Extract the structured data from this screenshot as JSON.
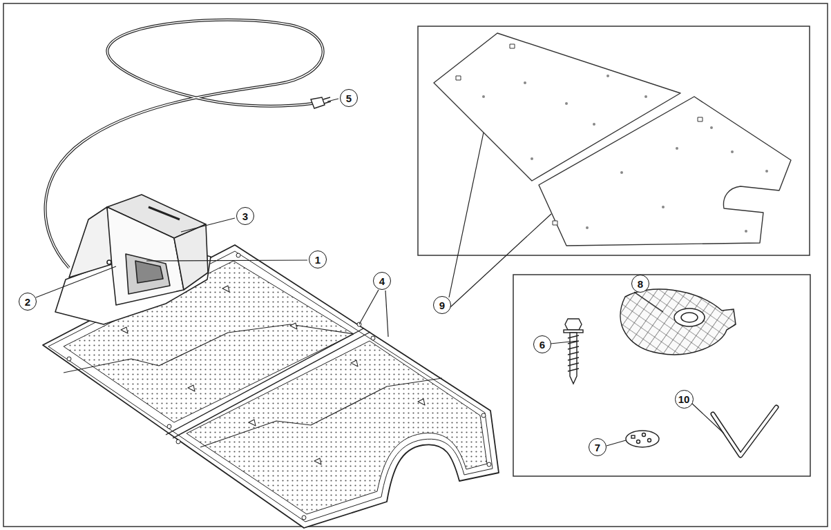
{
  "diagram": {
    "labels": [
      "5",
      "3",
      "1",
      "2",
      "4",
      "9",
      "8",
      "6",
      "10",
      "7"
    ]
  }
}
